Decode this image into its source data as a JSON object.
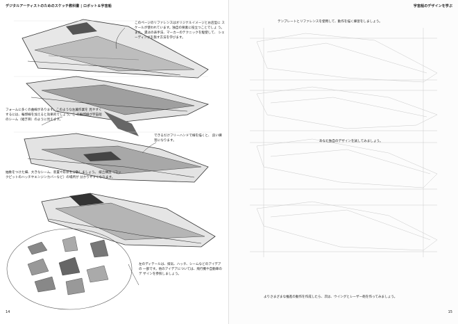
{
  "left_page": {
    "header": "デジタルアーティストのためのスケッチ教科書 | ロボット＆宇宙船",
    "notes": [
      "このページのリファレンスはオリジナルイメージとお店型に スケールが使われています。独自の要素に役立つことでしょ う。また、濃淡の表手法、マーカーのテクニックを駆使して、 シェーディングを施す方法を学びます。",
      "フォームに多くの曲線があります。このような左翼作業を 見やすくするには、輪郭線を加えると効果的でしょう。こ の輪郭線が宇宙船のシーム（継ぎ目）のように見えます。",
      "できるだけフリーハンドで線を描くと、 良い練習になります。",
      "抽象をつけた細、大きなシーム、装置や形状を分散しましょう。 緩丘構造（コックピットのハッチやエンジンカバーなど）の場所が 分かりやすくなります。",
      "左のディテールは、排気、ハッチ、シームなどのアイデアの 一部です。他のアイデアについては、飛行機や自動車のデ ザインを参照しましょう。"
    ],
    "page_number": "14"
  },
  "right_page": {
    "header": "宇宙船のデザインを学ぶ",
    "notes": [
      "テンプレートとリファレンスを使用して、動作を描く練習をしましょう。",
      "あなた独自のデザインを試してみましょう。",
      "よりさまざまな推進の動作を作成したら、次は、ウイングとレーザー砲を作ってみましょう。"
    ],
    "page_number": "15"
  }
}
